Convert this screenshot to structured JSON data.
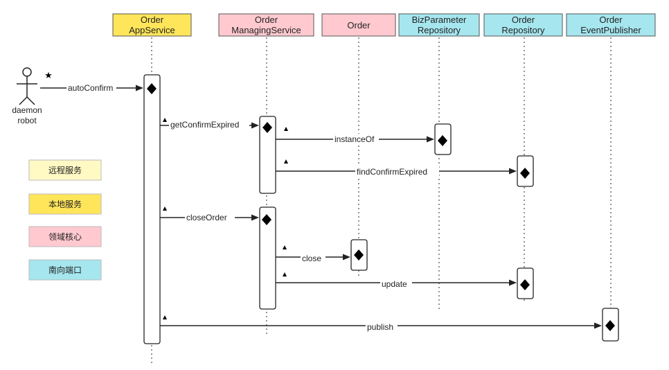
{
  "colors": {
    "app_service": "#FFE55A",
    "domain_core": "#FFC9CF",
    "port_out": "#A6E6EE",
    "remote_service": "#FFF9C4"
  },
  "actor": {
    "name_line1": "daemon",
    "name_line2": "robot",
    "marker": "★"
  },
  "participants": [
    {
      "id": "app",
      "line1": "Order",
      "line2": "AppService",
      "color_key": "app_service"
    },
    {
      "id": "managing",
      "line1": "Order",
      "line2": "ManagingService",
      "color_key": "domain_core"
    },
    {
      "id": "order",
      "line1": "Order",
      "line2": "",
      "color_key": "domain_core"
    },
    {
      "id": "bizparam",
      "line1": "BizParameter",
      "line2": "Repository",
      "color_key": "port_out"
    },
    {
      "id": "repo",
      "line1": "Order",
      "line2": "Repository",
      "color_key": "port_out"
    },
    {
      "id": "publisher",
      "line1": "Order",
      "line2": "EventPublisher",
      "color_key": "port_out"
    }
  ],
  "messages": [
    {
      "label": "autoConfirm",
      "from": "actor",
      "to": "app"
    },
    {
      "label": "getConfirmExpired",
      "from": "app",
      "to": "managing"
    },
    {
      "label": "instanceOf",
      "from": "managing",
      "to": "bizparam"
    },
    {
      "label": "findConfirmExpired",
      "from": "managing",
      "to": "repo"
    },
    {
      "label": "closeOrder",
      "from": "app",
      "to": "managing"
    },
    {
      "label": "close",
      "from": "managing",
      "to": "order"
    },
    {
      "label": "update",
      "from": "managing",
      "to": "repo"
    },
    {
      "label": "publish",
      "from": "app",
      "to": "publisher"
    }
  ],
  "legend": [
    {
      "label": "远程服务",
      "color_key": "remote_service"
    },
    {
      "label": "本地服务",
      "color_key": "app_service"
    },
    {
      "label": "领域核心",
      "color_key": "domain_core"
    },
    {
      "label": "南向端口",
      "color_key": "port_out"
    }
  ]
}
